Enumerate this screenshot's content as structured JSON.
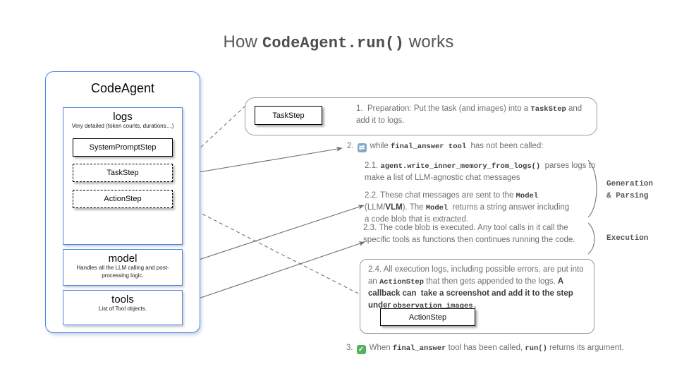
{
  "title": {
    "prefix": "How ",
    "code": "CodeAgent.run()",
    "suffix": " works"
  },
  "agent": {
    "name": "CodeAgent",
    "logs": {
      "name": "logs",
      "subtitle": "Very detailed (token counts, durations…)",
      "items": [
        {
          "label": "SystemPromptStep"
        },
        {
          "label": "TaskStep"
        },
        {
          "label": "ActionStep"
        }
      ]
    },
    "model": {
      "name": "model",
      "subtitle": "Handles all the LLM calling and post-processing logic."
    },
    "tools": {
      "name": "tools",
      "subtitle": "List of Tool objects."
    }
  },
  "steps": {
    "s1": {
      "chip": "TaskStep",
      "p1": "1.  Preparation: Put the task (and images) into a ",
      "c1": "TaskStep",
      "p2": " and add it to logs."
    },
    "s2": {
      "num": "2.",
      "p1": "while ",
      "c1": "final_answer tool",
      "p2": "  has not been called:"
    },
    "s21": {
      "p1": "2.1. ",
      "c1": "agent.write_inner_memory_from_logs()",
      "p2": "  parses logs to make a list of LLM-agnostic chat messages"
    },
    "s22": {
      "p1": "2.2. These chat messages are sent to the ",
      "c1": "Model",
      "p2": " (LLM/",
      "b1": "VLM",
      "p3": "). The ",
      "c2": "Model",
      "p4": "  returns a string answer including a code blob that is extracted."
    },
    "s23": {
      "p1": "2.3. The code blob is executed. Any tool calls in it call the specific tools as functions then continues running the code."
    },
    "s24": {
      "p1": "2.4. All execution logs, including possible errors, are put into an ",
      "c1": "ActionStep",
      "p2": " that then gets appended to the logs. ",
      "b1": "A callback can  take a screenshot and add it to the step under ",
      "bc1": "observation_images.",
      "chip": "ActionStep"
    },
    "s3": {
      "num": "3.",
      "p1": "When ",
      "c1": "final_answer",
      "p2": " tool has been called, ",
      "c2": "run()",
      "p3": " returns its argument."
    }
  },
  "side_labels": {
    "generation": "Generation\n& Parsing",
    "execution": "Execution"
  },
  "icons": {
    "repeat_glyph": "⇄",
    "check_glyph": "✓"
  },
  "colors": {
    "accent_blue": "#4a86e8",
    "annotation_border": "#9a9a9a",
    "arrow_gray": "#6e6e6e",
    "arrow_black": "#1a1a1a",
    "repeat_icon_bg": "#82aac8",
    "check_icon_bg": "#55b05f",
    "title_text": "#565656",
    "body_text": "#6f6f6f"
  }
}
